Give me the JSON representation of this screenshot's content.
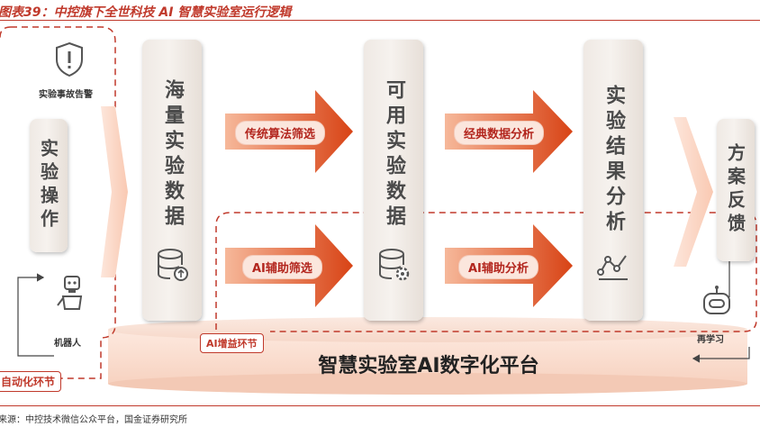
{
  "figure": {
    "title": "图表39：中控旗下全世科技 AI 智慧实验室运行逻辑",
    "source": "来源：中控技术微信公众平台，国金证券研究所"
  },
  "nodes": {
    "alarm_label": "实验事故告警",
    "operation": "实验操作",
    "robot_label": "机器人",
    "auto_loop_tag": "自动化环节",
    "mass_data": "海量实验数据",
    "filter_traditional": "传统算法筛选",
    "filter_ai": "AI辅助筛选",
    "usable_data": "可用实验数据",
    "analysis_classic": "经典数据分析",
    "analysis_ai": "AI辅助分析",
    "result_analysis": "实验结果分析",
    "plan_feedback": "方案反馈",
    "relearn_label": "再学习",
    "ai_gain_tag": "AI增益环节",
    "platform": "智慧实验室AI数字化平台"
  },
  "colors": {
    "accent_red": "#c0392b",
    "arrow_dark": "#d84315",
    "arrow_light": "#fdd6c5",
    "pillar_text": "#4a4a4a"
  },
  "icons": [
    "shield-alert-icon",
    "robot-icon",
    "database-upload-icon",
    "database-gear-icon",
    "analytics-icon",
    "robot-head-icon"
  ]
}
